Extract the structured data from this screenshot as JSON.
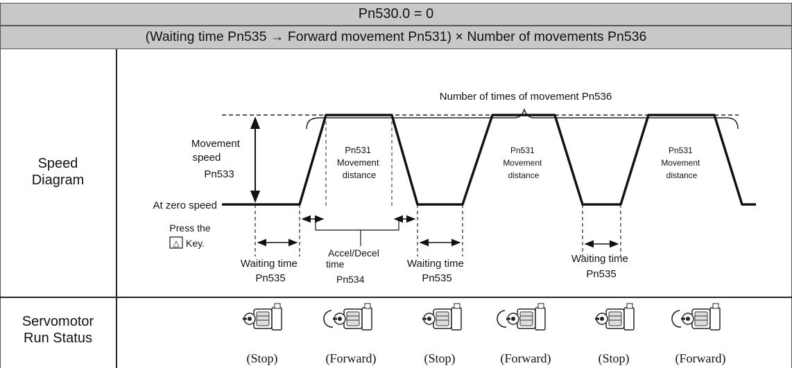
{
  "header": {
    "title": "Pn530.0 = 0",
    "subtitle": "(Waiting time Pn535 → Forward movement Pn531) × Number of movements Pn536"
  },
  "rows": {
    "speed_line1": "Speed",
    "speed_line2": "Diagram",
    "servo_line1": "Servomotor",
    "servo_line2": "Run Status"
  },
  "diagram": {
    "times_label": "Number of times of movement Pn536",
    "speed_label": [
      "Movement",
      "speed",
      "Pn533"
    ],
    "zero_speed": "At zero speed",
    "press_line1": "Press the",
    "press_key_glyph": "△",
    "press_line2": "Key.",
    "trap_labels": [
      [
        "Pn531",
        "Movement",
        "distance"
      ],
      [
        "Pn531",
        "Movement",
        "distance"
      ],
      [
        "Pn531",
        "Movement",
        "distance"
      ]
    ],
    "wait_labels": [
      [
        "Waiting time",
        "Pn535"
      ],
      [
        "Waiting time",
        "Pn535"
      ],
      [
        "Waiting time",
        "Pn535"
      ]
    ],
    "accel_label": [
      "Accel/Decel",
      "time",
      "Pn534"
    ]
  },
  "status": [
    "(Stop)",
    "(Forward)",
    "(Stop)",
    "(Forward)",
    "(Stop)",
    "(Forward)"
  ],
  "colors": {
    "header_bg": "#c8c8c8",
    "line": "#111111"
  }
}
